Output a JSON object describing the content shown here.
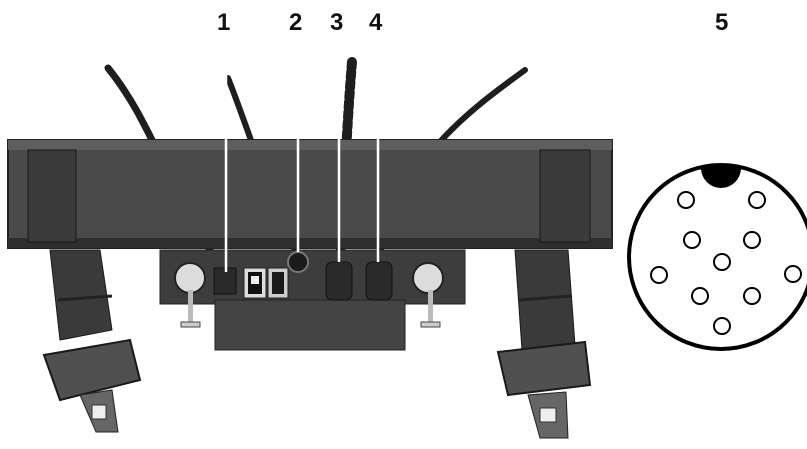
{
  "callouts": {
    "c1": "1",
    "c2": "2",
    "c3": "3",
    "c4": "4",
    "c5": "5"
  },
  "colors": {
    "housing": "#4a4a4a",
    "housing_dark": "#2e2e2e",
    "strap": "#3a3a3a",
    "buckle": "#555555",
    "cable": "#1e1e1e",
    "connector_ring": "#000000",
    "leader": "#ffffff"
  },
  "icons": {
    "switch": "rocker-switch-icon",
    "socket": "round-socket-icon",
    "plug": "cable-plug-icon",
    "connector": "pin-connector-icon"
  },
  "connector": {
    "pin_count": 10
  }
}
